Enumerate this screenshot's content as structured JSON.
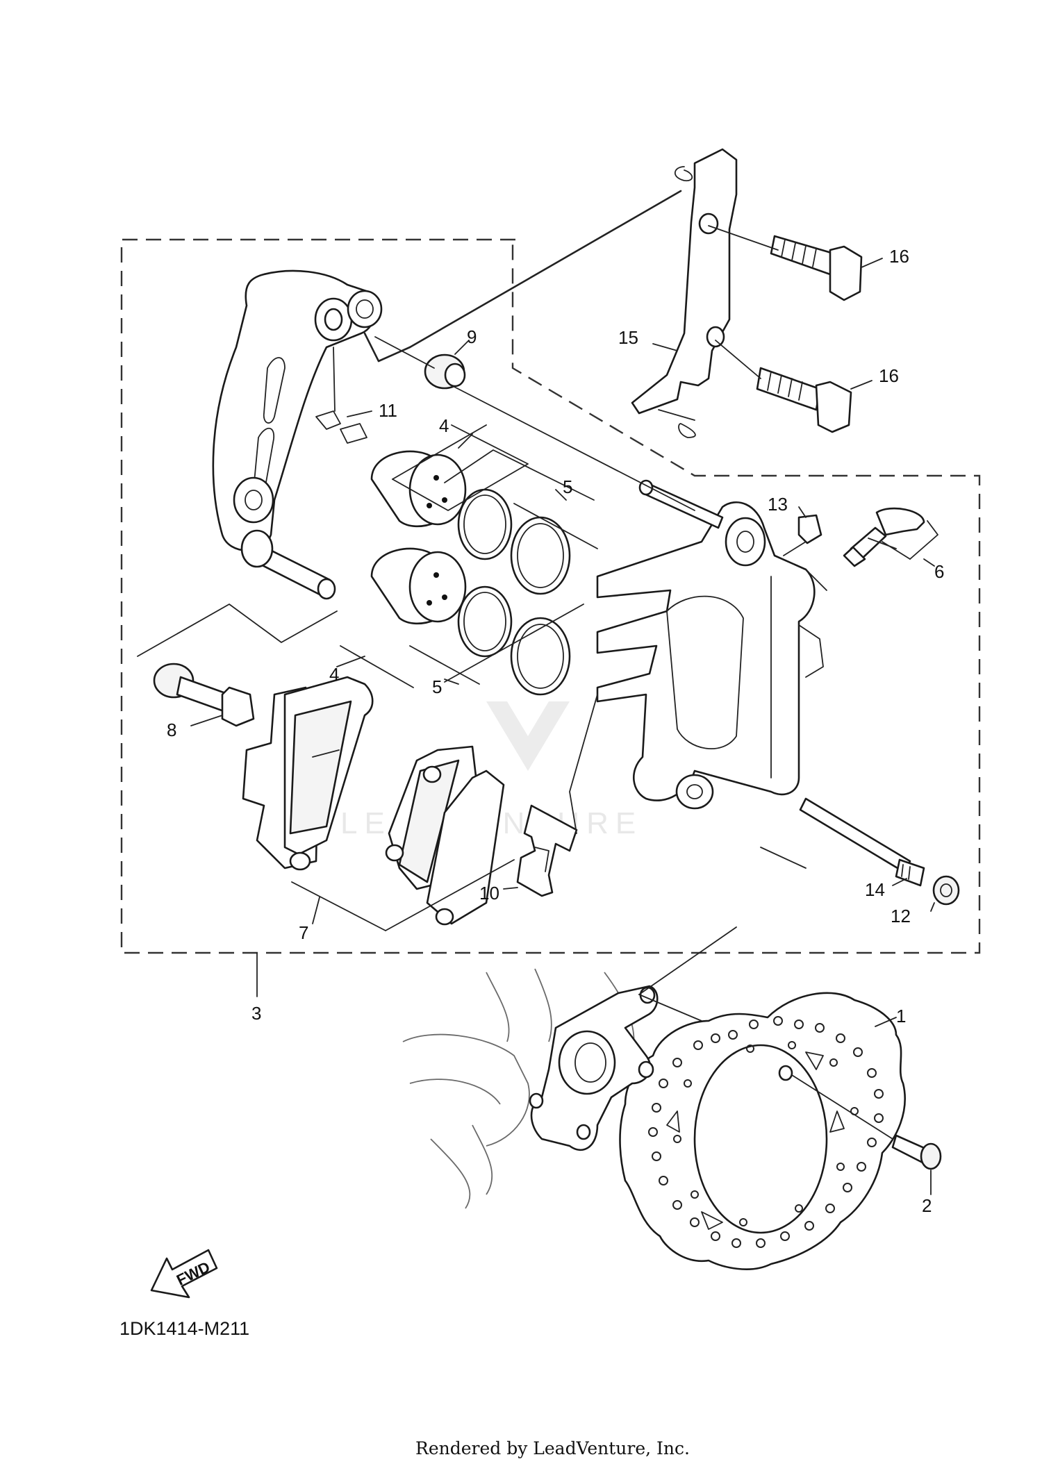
{
  "diagram": {
    "code": "1DK1414-M211",
    "footer": "Rendered by LeadVenture, Inc.",
    "watermark": "LEADVENTURE",
    "fwd_label": "FWD",
    "callouts": [
      {
        "id": "1",
        "label": "1"
      },
      {
        "id": "2",
        "label": "2"
      },
      {
        "id": "3",
        "label": "3"
      },
      {
        "id": "4a",
        "label": "4"
      },
      {
        "id": "4b",
        "label": "4"
      },
      {
        "id": "5a",
        "label": "5"
      },
      {
        "id": "5b",
        "label": "5"
      },
      {
        "id": "6",
        "label": "6"
      },
      {
        "id": "7",
        "label": "7"
      },
      {
        "id": "8",
        "label": "8"
      },
      {
        "id": "9",
        "label": "9"
      },
      {
        "id": "10",
        "label": "10"
      },
      {
        "id": "11",
        "label": "11"
      },
      {
        "id": "12",
        "label": "12"
      },
      {
        "id": "13",
        "label": "13"
      },
      {
        "id": "14",
        "label": "14"
      },
      {
        "id": "15",
        "label": "15"
      },
      {
        "id": "16a",
        "label": "16"
      },
      {
        "id": "16b",
        "label": "16"
      }
    ]
  }
}
